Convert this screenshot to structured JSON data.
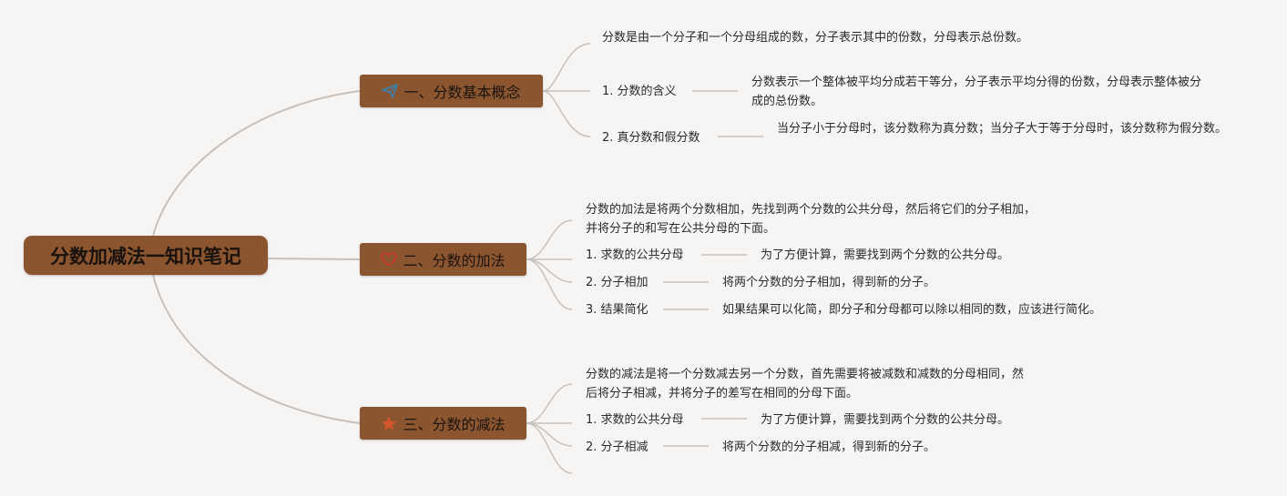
{
  "root": {
    "title": "分数加减法一知识笔记"
  },
  "branches": [
    {
      "label": "一、分数基本概念",
      "icon": "paper-plane-icon",
      "summary": "分数是由一个分子和一个分母组成的数，分子表示其中的份数，分母表示总份数。",
      "items": [
        {
          "label": "1. 分数的含义",
          "detail": "分数表示一个整体被平均分成若干等分，分子表示平均分得的份数，分母表示整体被分成的总份数。"
        },
        {
          "label": "2. 真分数和假分数",
          "detail": "当分子小于分母时，该分数称为真分数；当分子大于等于分母时，该分数称为假分数。"
        }
      ]
    },
    {
      "label": "二、分数的加法",
      "icon": "heart-icon",
      "summary": "分数的加法是将两个分数相加，先找到两个分数的公共分母，然后将它们的分子相加，并将分子的和写在公共分母的下面。",
      "items": [
        {
          "label": "1. 求数的公共分母",
          "detail": "为了方便计算，需要找到两个分数的公共分母。"
        },
        {
          "label": "2. 分子相加",
          "detail": "将两个分数的分子相加，得到新的分子。"
        },
        {
          "label": "3. 结果简化",
          "detail": "如果结果可以化简，即分子和分母都可以除以相同的数，应该进行简化。"
        }
      ]
    },
    {
      "label": "三、分数的减法",
      "icon": "star-icon",
      "summary": "分数的减法是将一个分数减去另一个分数，首先需要将被减数和减数的分母相同，然后将分子相减，并将分子的差写在相同的分母下面。",
      "items": [
        {
          "label": "1. 求数的公共分母",
          "detail": "为了方便计算，需要找到两个分数的公共分母。"
        },
        {
          "label": "2. 分子相减",
          "detail": "将两个分数的分子相减，得到新的分子。"
        }
      ]
    }
  ],
  "colors": {
    "node_fill": "#8b5530",
    "line": "#c9c0ba",
    "background": "#f7f5f3",
    "icon_plane": "#3d7fa8",
    "icon_heart": "#c83a2a",
    "icon_star": "#d2562a"
  }
}
